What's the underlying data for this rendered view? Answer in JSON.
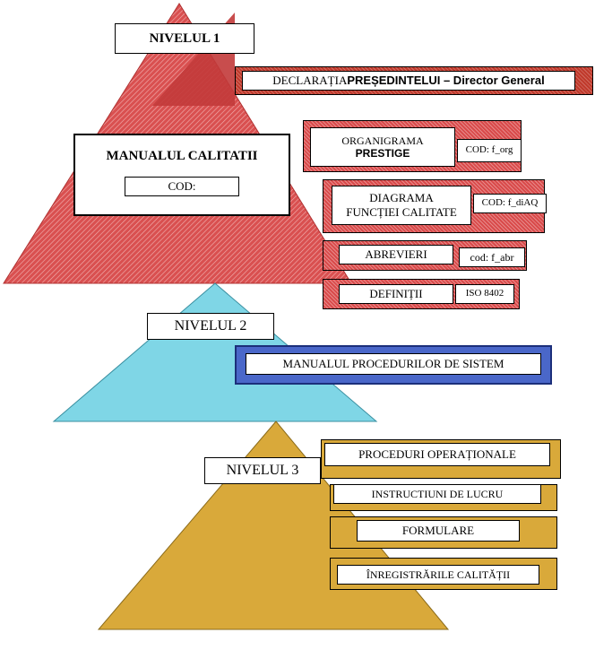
{
  "levels": {
    "level1": {
      "label": "NIVELUL 1",
      "declaration_prefix": "DECLARAȚIA ",
      "declaration_bold": "PREȘEDINTELUI – Director General",
      "manual_title": "MANUALUL CALITATII",
      "manual_code": "COD:",
      "annexes": [
        {
          "line1": "ORGANIGRAMA",
          "line2": "PRESTIGE",
          "code": "COD: f_org"
        },
        {
          "line1": "DIAGRAMA",
          "line2": "FUNCȚIEI CALITATE",
          "code": "COD: f_diAQ"
        },
        {
          "line1": "ABREVIERI",
          "code": "cod: f_abr"
        },
        {
          "line1": "DEFINIȚII",
          "code": "ISO 8402"
        }
      ]
    },
    "level2": {
      "label": "NIVELUL 2",
      "manual": "MANUALUL  PROCEDURILOR  DE  SISTEM"
    },
    "level3": {
      "label": "NIVELUL  3",
      "items": [
        "PROCEDURI OPERAȚIONALE",
        "INSTRUCTIUNI DE LUCRU",
        "FORMULARE",
        "ÎNREGISTRĂRILE CALITĂȚII"
      ]
    }
  },
  "colors": {
    "level1": "#d94a4a",
    "level2": "#7fd6e6",
    "level3": "#d9a93a",
    "system_band": "#4a67c9"
  }
}
